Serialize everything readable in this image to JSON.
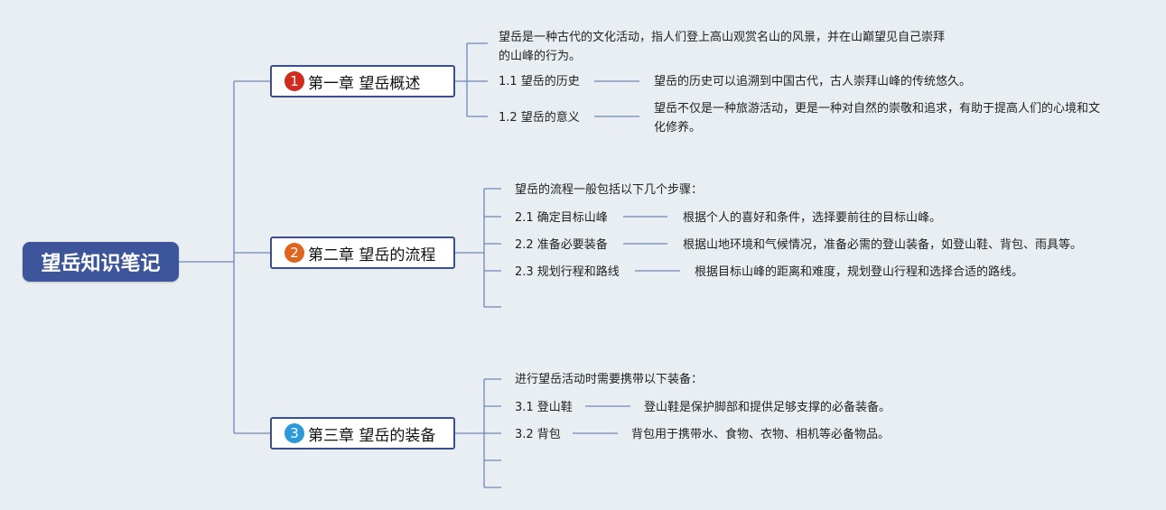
{
  "root": {
    "title": "望岳知识笔记"
  },
  "colors": {
    "root_bg": "#3d559b",
    "line": "#6f86bd",
    "badge1": "#d12b1e",
    "badge2": "#e0651c",
    "badge3": "#2c9ad8"
  },
  "chapters": [
    {
      "number": "1",
      "title": "第一章 望岳概述",
      "intro": "望岳是一种古代的文化活动，指人们登上高山观赏名山的风景，并在山巅望见自己崇拜的山峰的行为。",
      "items": [
        {
          "label": "1.1 望岳的历史",
          "detail": "望岳的历史可以追溯到中国古代，古人崇拜山峰的传统悠久。"
        },
        {
          "label": "1.2 望岳的意义",
          "detail": "望岳不仅是一种旅游活动，更是一种对自然的崇敬和追求，有助于提高人们的心境和文化修养。"
        }
      ]
    },
    {
      "number": "2",
      "title": "第二章 望岳的流程",
      "intro": "望岳的流程一般包括以下几个步骤：",
      "items": [
        {
          "label": "2.1 确定目标山峰",
          "detail": "根据个人的喜好和条件，选择要前往的目标山峰。"
        },
        {
          "label": "2.2 准备必要装备",
          "detail": "根据山地环境和气候情况，准备必需的登山装备，如登山鞋、背包、雨具等。"
        },
        {
          "label": "2.3 规划行程和路线",
          "detail": "根据目标山峰的距离和难度，规划登山行程和选择合适的路线。"
        }
      ]
    },
    {
      "number": "3",
      "title": "第三章 望岳的装备",
      "intro": "进行望岳活动时需要携带以下装备：",
      "items": [
        {
          "label": "3.1 登山鞋",
          "detail": "登山鞋是保护脚部和提供足够支撑的必备装备。"
        },
        {
          "label": "3.2 背包",
          "detail": "背包用于携带水、食物、衣物、相机等必备物品。"
        }
      ]
    }
  ]
}
